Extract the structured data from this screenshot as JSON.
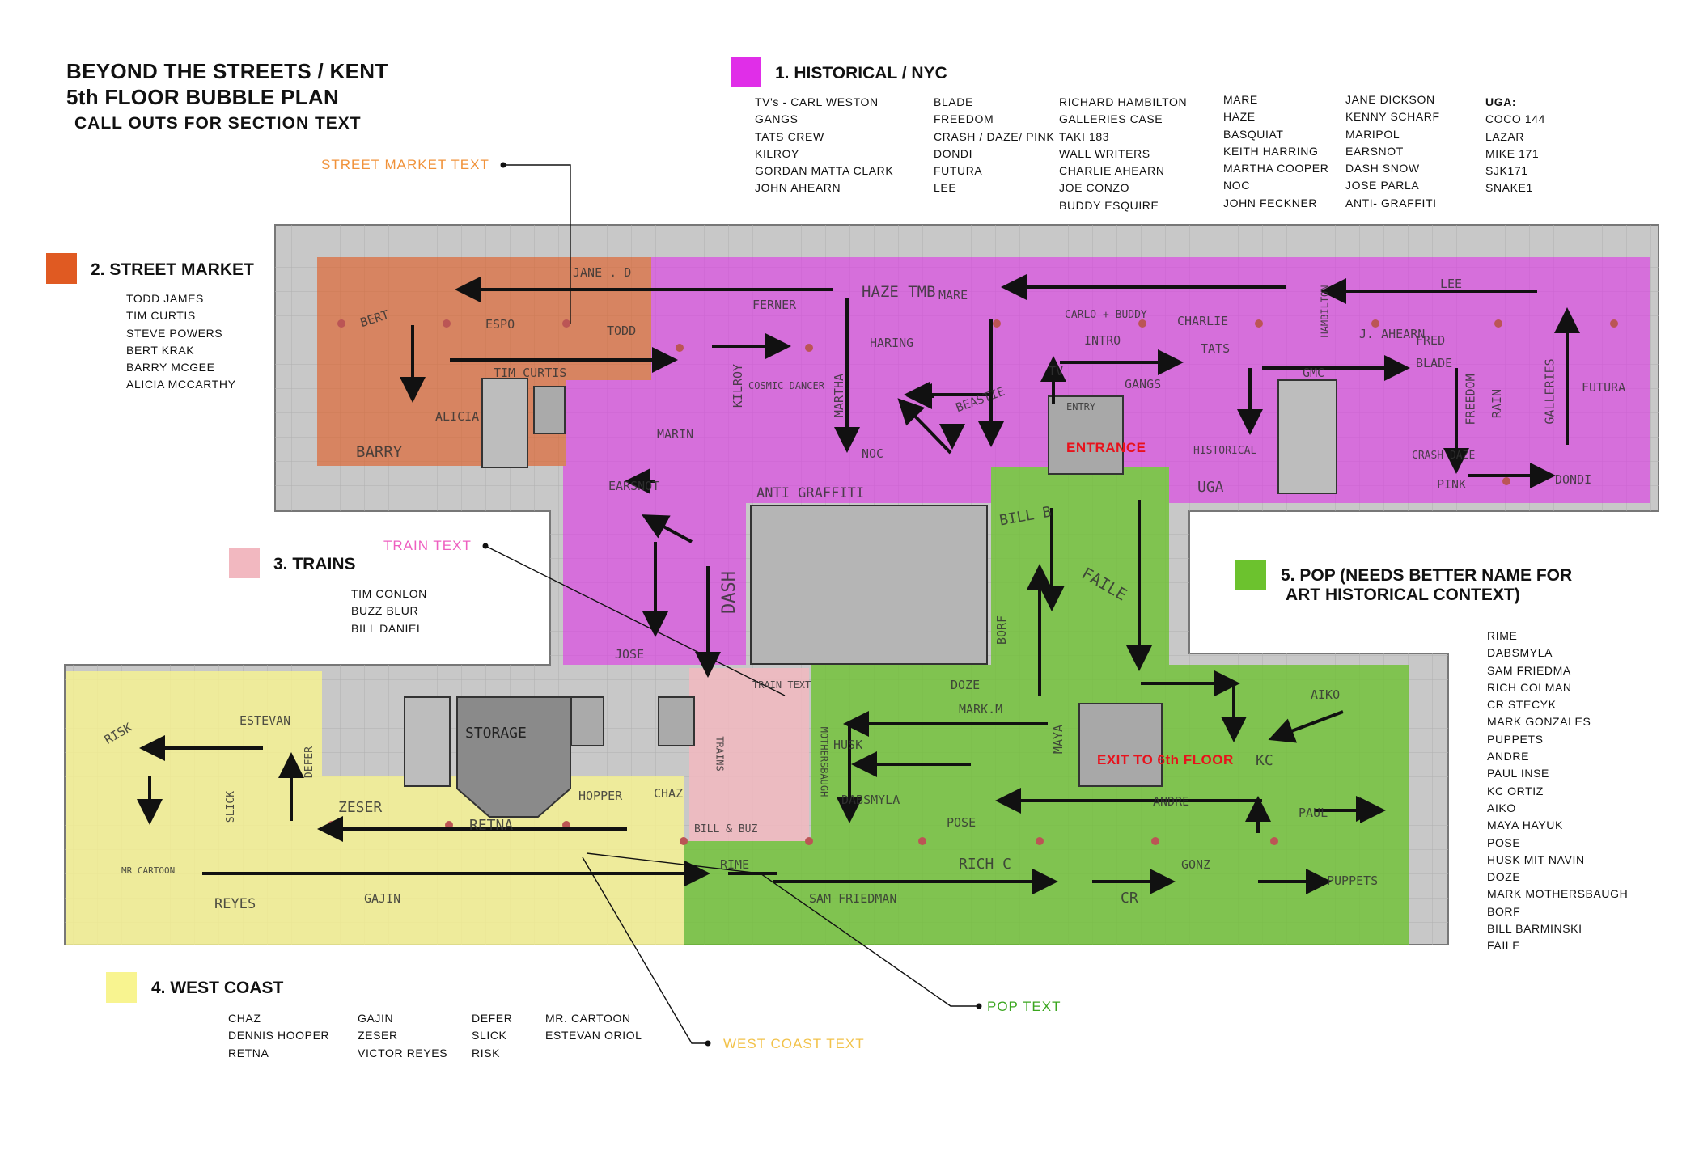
{
  "header": {
    "title_line1": "BEYOND THE STREETS / KENT",
    "title_line2": "5th FLOOR BUBBLE PLAN",
    "subtitle": "CALL OUTS FOR SECTION TEXT"
  },
  "sections": {
    "historical": {
      "heading": "1. HISTORICAL / NYC",
      "color": "#e02ee8",
      "col1": [
        "TV's - CARL WESTON",
        "GANGS",
        "TATS CREW",
        "KILROY",
        "GORDAN MATTA CLARK",
        "JOHN AHEARN"
      ],
      "col2": [
        "BLADE",
        "FREEDOM",
        "CRASH / DAZE/ PINK",
        "DONDI",
        "FUTURA",
        "LEE"
      ],
      "col3": [
        "RICHARD HAMBILTON",
        "GALLERIES CASE",
        "TAKI 183",
        "WALL WRITERS",
        "CHARLIE AHEARN",
        "JOE CONZO",
        "BUDDY ESQUIRE"
      ],
      "col4": [
        "MARE",
        "HAZE",
        "BASQUIAT",
        "KEITH HARRING",
        "MARTHA COOPER",
        "NOC",
        "JOHN FECKNER"
      ],
      "col5": [
        "JANE DICKSON",
        "KENNY SCHARF",
        "MARIPOL",
        "EARSNOT",
        "DASH SNOW",
        "JOSE PARLA",
        "ANTI- GRAFFITI"
      ],
      "col6_heading": "UGA:",
      "col6": [
        "COCO 144",
        "LAZAR",
        "MIKE 171",
        "SJK171",
        "SNAKE1"
      ]
    },
    "street_market": {
      "heading": "2. STREET MARKET",
      "color": "#e05a22",
      "names": [
        "TODD JAMES",
        "TIM CURTIS",
        "STEVE POWERS",
        "BERT KRAK",
        "BARRY MCGEE",
        "ALICIA MCCARTHY"
      ]
    },
    "trains": {
      "heading": "3. TRAINS",
      "color": "#f2b8c0",
      "names": [
        "TIM CONLON",
        "BUZZ BLUR",
        "BILL DANIEL"
      ]
    },
    "west_coast": {
      "heading": "4. WEST COAST",
      "color": "#f8f490",
      "col1": [
        "CHAZ",
        "DENNIS HOOPER",
        "RETNA"
      ],
      "col2": [
        "GAJIN",
        "ZESER",
        "VICTOR REYES"
      ],
      "col3": [
        "DEFER",
        "SLICK",
        "RISK"
      ],
      "col4": [
        "MR. CARTOON",
        "ESTEVAN ORIOL"
      ]
    },
    "pop": {
      "heading_line1": "5. POP (NEEDS BETTER NAME FOR",
      "heading_line2": "ART HISTORICAL CONTEXT)",
      "color": "#6cc22e",
      "names": [
        "RIME",
        "DABSMYLA",
        "SAM FRIEDMA",
        "RICH COLMAN",
        "CR STECYK",
        "MARK GONZALES",
        "PUPPETS",
        "ANDRE",
        "PAUL INSE",
        "KC ORTIZ",
        "AIKO",
        "MAYA HAYUK",
        "POSE",
        "HUSK MIT NAVIN",
        "DOZE",
        "MARK MOTHERSBAUGH",
        "BORF",
        "BILL BARMINSKI",
        "FAILE"
      ]
    }
  },
  "callouts": {
    "street_market_text": {
      "label": "STREET MARKET TEXT",
      "color": "#f0923a"
    },
    "train_text": {
      "label": "TRAIN TEXT",
      "color": "#ee5fc0"
    },
    "pop_text": {
      "label": "POP TEXT",
      "color": "#3aa61e"
    },
    "west_coast_text": {
      "label": "WEST COAST TEXT",
      "color": "#f2c24a"
    }
  },
  "plan": {
    "entrance": "ENTRANCE",
    "exit": "EXIT TO 6th FLOOR",
    "handwritten": {
      "jane_d": "JANE . D",
      "bert": "BERT",
      "espo": "ESPO",
      "todd": "TODD",
      "tim_curtis": "TIM CURTIS",
      "alicia": "ALICIA",
      "barry": "BARRY",
      "ferner": "FERNER",
      "haze_tmb": "HAZE TMB",
      "haring": "HARING",
      "mare": "MARE",
      "lee": "LEE",
      "charlie": "CHARLIE",
      "carlo_buddy": "CARLO + BUDDY",
      "intro": "INTRO",
      "tats": "TATS",
      "hambilton": "HAMBILTON",
      "fred": "FRED",
      "j_ahearn": "J. AHEARN",
      "blade": "BLADE",
      "gmc": "GMC",
      "futura": "FUTURA",
      "galleries": "GALLERIES",
      "freedom": "FREEDOM",
      "rain": "RAIN",
      "beastie": "BEASTIE",
      "martha": "MARTHA",
      "noc": "NOC",
      "kilroy": "KILROY",
      "cosmic_dancer": "COSMIC DANCER",
      "tv": "TV",
      "gangs": "GANGS",
      "entry": "ENTRY",
      "historical": "HISTORICAL",
      "uga": "UGA",
      "crash_daze": "CRASH DAZE",
      "pink": "PINK",
      "dondi": "DONDI",
      "marin": "MARIN",
      "earsnot": "EARSNOT",
      "anti_graffiti": "ANTI GRAFFITI",
      "dash": "DASH",
      "jose": "JOSE",
      "bill_b": "BILL B",
      "faile": "FAILE",
      "borf": "BORF",
      "doze": "DOZE",
      "mark_m": "MARK.M",
      "maya": "MAYA",
      "husk": "HUSK",
      "aiko": "AIKO",
      "kc": "KC",
      "paul": "PAUL",
      "dabsmyla": "DABSMYLA",
      "pose": "POSE",
      "rich_c": "RICH C",
      "andre": "ANDRE",
      "gonz": "GONZ",
      "cr": "CR",
      "puppets": "PUPPETS",
      "rime": "RIME",
      "sam_friedman": "SAM FRIEDMAN",
      "train_text": "TRAIN TEXT",
      "trains": "TRAINS",
      "bill_buz": "BILL & BUZ",
      "mothersbaugh": "MOTHERSBAUGH",
      "risk": "RISK",
      "estevan": "ESTEVAN",
      "defer": "DEFER",
      "slick": "SLICK",
      "zeser": "ZESER",
      "retna": "RETNA",
      "hopper": "HOPPER",
      "chaz": "CHAZ",
      "storage": "STORAGE",
      "mr_cartoon": "MR CARTOON",
      "reyes": "REYES",
      "gajin": "GAJIN"
    }
  }
}
